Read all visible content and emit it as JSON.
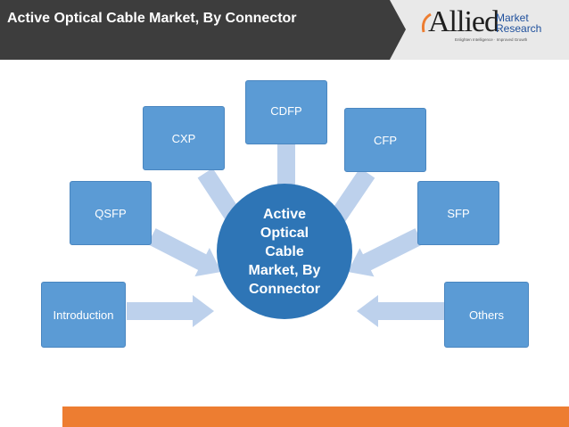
{
  "header": {
    "title": "Active Optical Cable Market, By Connector",
    "background_color": "#3d3d3d"
  },
  "logo": {
    "word": "Allied",
    "market": "Market",
    "research": "Research",
    "tagline": "Enlighten Intelligence · Improved Growth"
  },
  "diagram": {
    "center": "Active Optical Cable Market, By Connector",
    "nodes": [
      {
        "label": "Introduction"
      },
      {
        "label": "QSFP"
      },
      {
        "label": "CXP"
      },
      {
        "label": "CDFP"
      },
      {
        "label": "CFP"
      },
      {
        "label": "SFP"
      },
      {
        "label": "Others"
      }
    ]
  },
  "colors": {
    "box": "#5b9bd5",
    "center": "#2e75b6",
    "arrow": "#bdd1ec",
    "accent": "#ed7d31"
  }
}
